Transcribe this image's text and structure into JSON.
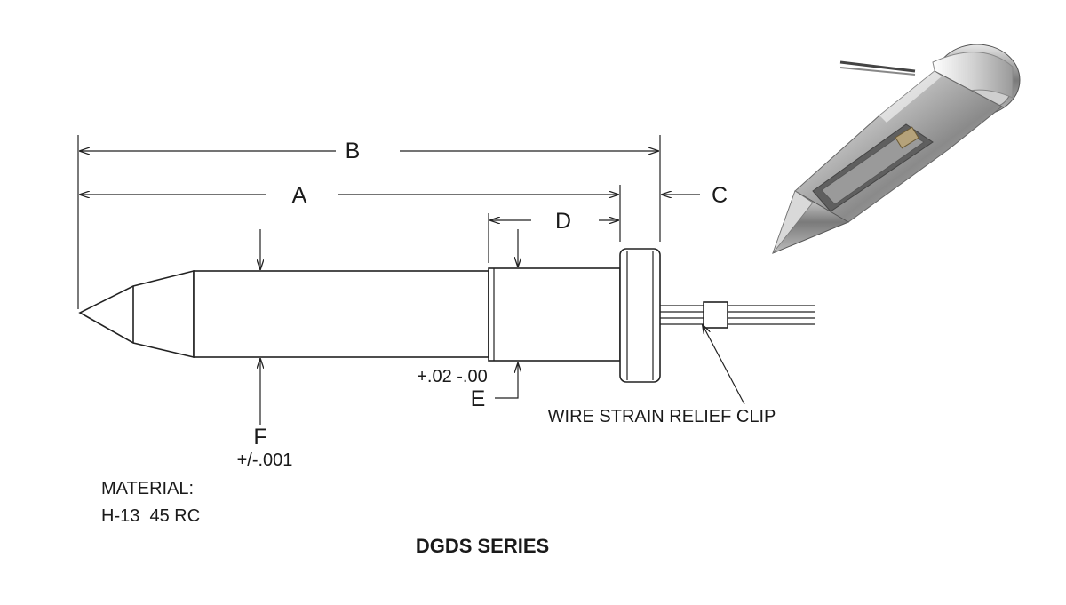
{
  "dimensions": {
    "a": "A",
    "b": "B",
    "c": "C",
    "d": "D",
    "e": "E",
    "f": "F"
  },
  "tolerances": {
    "e": "+.02 -.00",
    "f": "+/-.001"
  },
  "callout": "WIRE STRAIN RELIEF CLIP",
  "material": {
    "label": "MATERIAL:",
    "value": "H-13  45 RC"
  },
  "series": "DGDS SERIES"
}
